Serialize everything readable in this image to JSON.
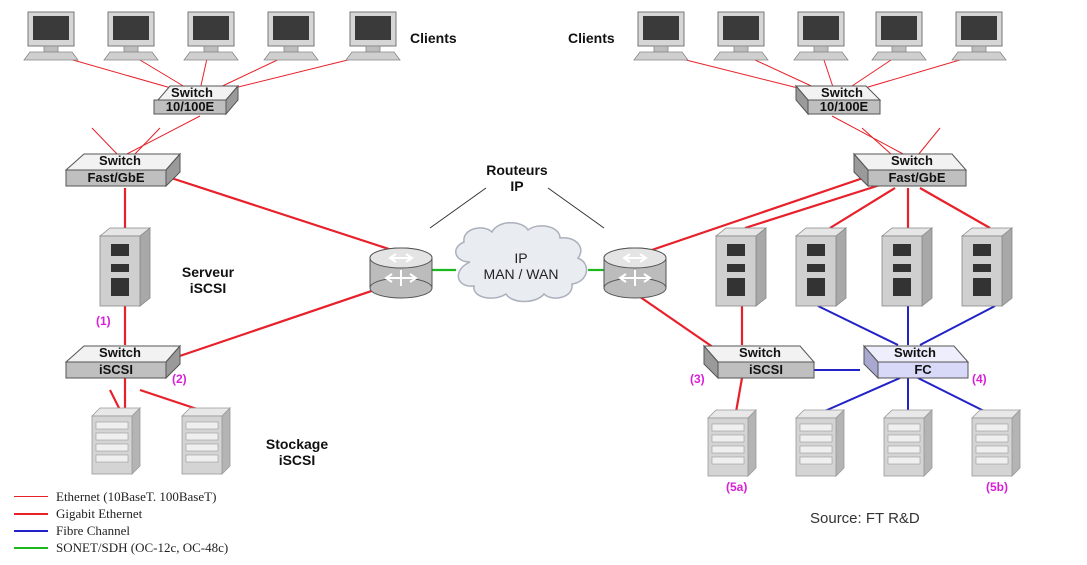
{
  "labels": {
    "clients_left": "Clients",
    "clients_right": "Clients",
    "routers": "Routeurs\nIP",
    "server": "Serveur\niSCSI",
    "storage": "Stockage\niSCSI",
    "cloud": "IP\nMAN / WAN",
    "source": "Source: FT R&D"
  },
  "switches": {
    "left_access": {
      "line1": "Switch",
      "line2": "10/100E"
    },
    "left_core": {
      "line1": "Switch",
      "line2": "Fast/GbE"
    },
    "left_iscsi": {
      "line1": "Switch",
      "line2": "iSCSI"
    },
    "right_access": {
      "line1": "Switch",
      "line2": "10/100E"
    },
    "right_core": {
      "line1": "Switch",
      "line2": "Fast/GbE"
    },
    "right_iscsi": {
      "line1": "Switch",
      "line2": "iSCSI"
    },
    "right_fc": {
      "line1": "Switch",
      "line2": "FC"
    }
  },
  "markers": {
    "m1": "(1)",
    "m2": "(2)",
    "m3": "(3)",
    "m4": "(4)",
    "m5a": "(5a)",
    "m5b": "(5b)"
  },
  "legend": [
    {
      "label": "Ethernet (10BaseT. 100BaseT)",
      "color": "#e8202a",
      "style": "thin"
    },
    {
      "label": "Gigabit Ethernet",
      "color": "#e8202a",
      "style": "thick"
    },
    {
      "label": "Fibre Channel",
      "color": "#2222c8",
      "style": "thick"
    },
    {
      "label": "SONET/SDH (OC-12c, OC-48c)",
      "color": "#1db81d",
      "style": "thick"
    }
  ],
  "colors": {
    "ethernet": "#e8202a",
    "gigabit": "#e8202a",
    "fibre_channel": "#2222c8",
    "sonet": "#1db81d",
    "marker": "#d81fd8",
    "fc_switch_face": "#d8d8f8"
  }
}
